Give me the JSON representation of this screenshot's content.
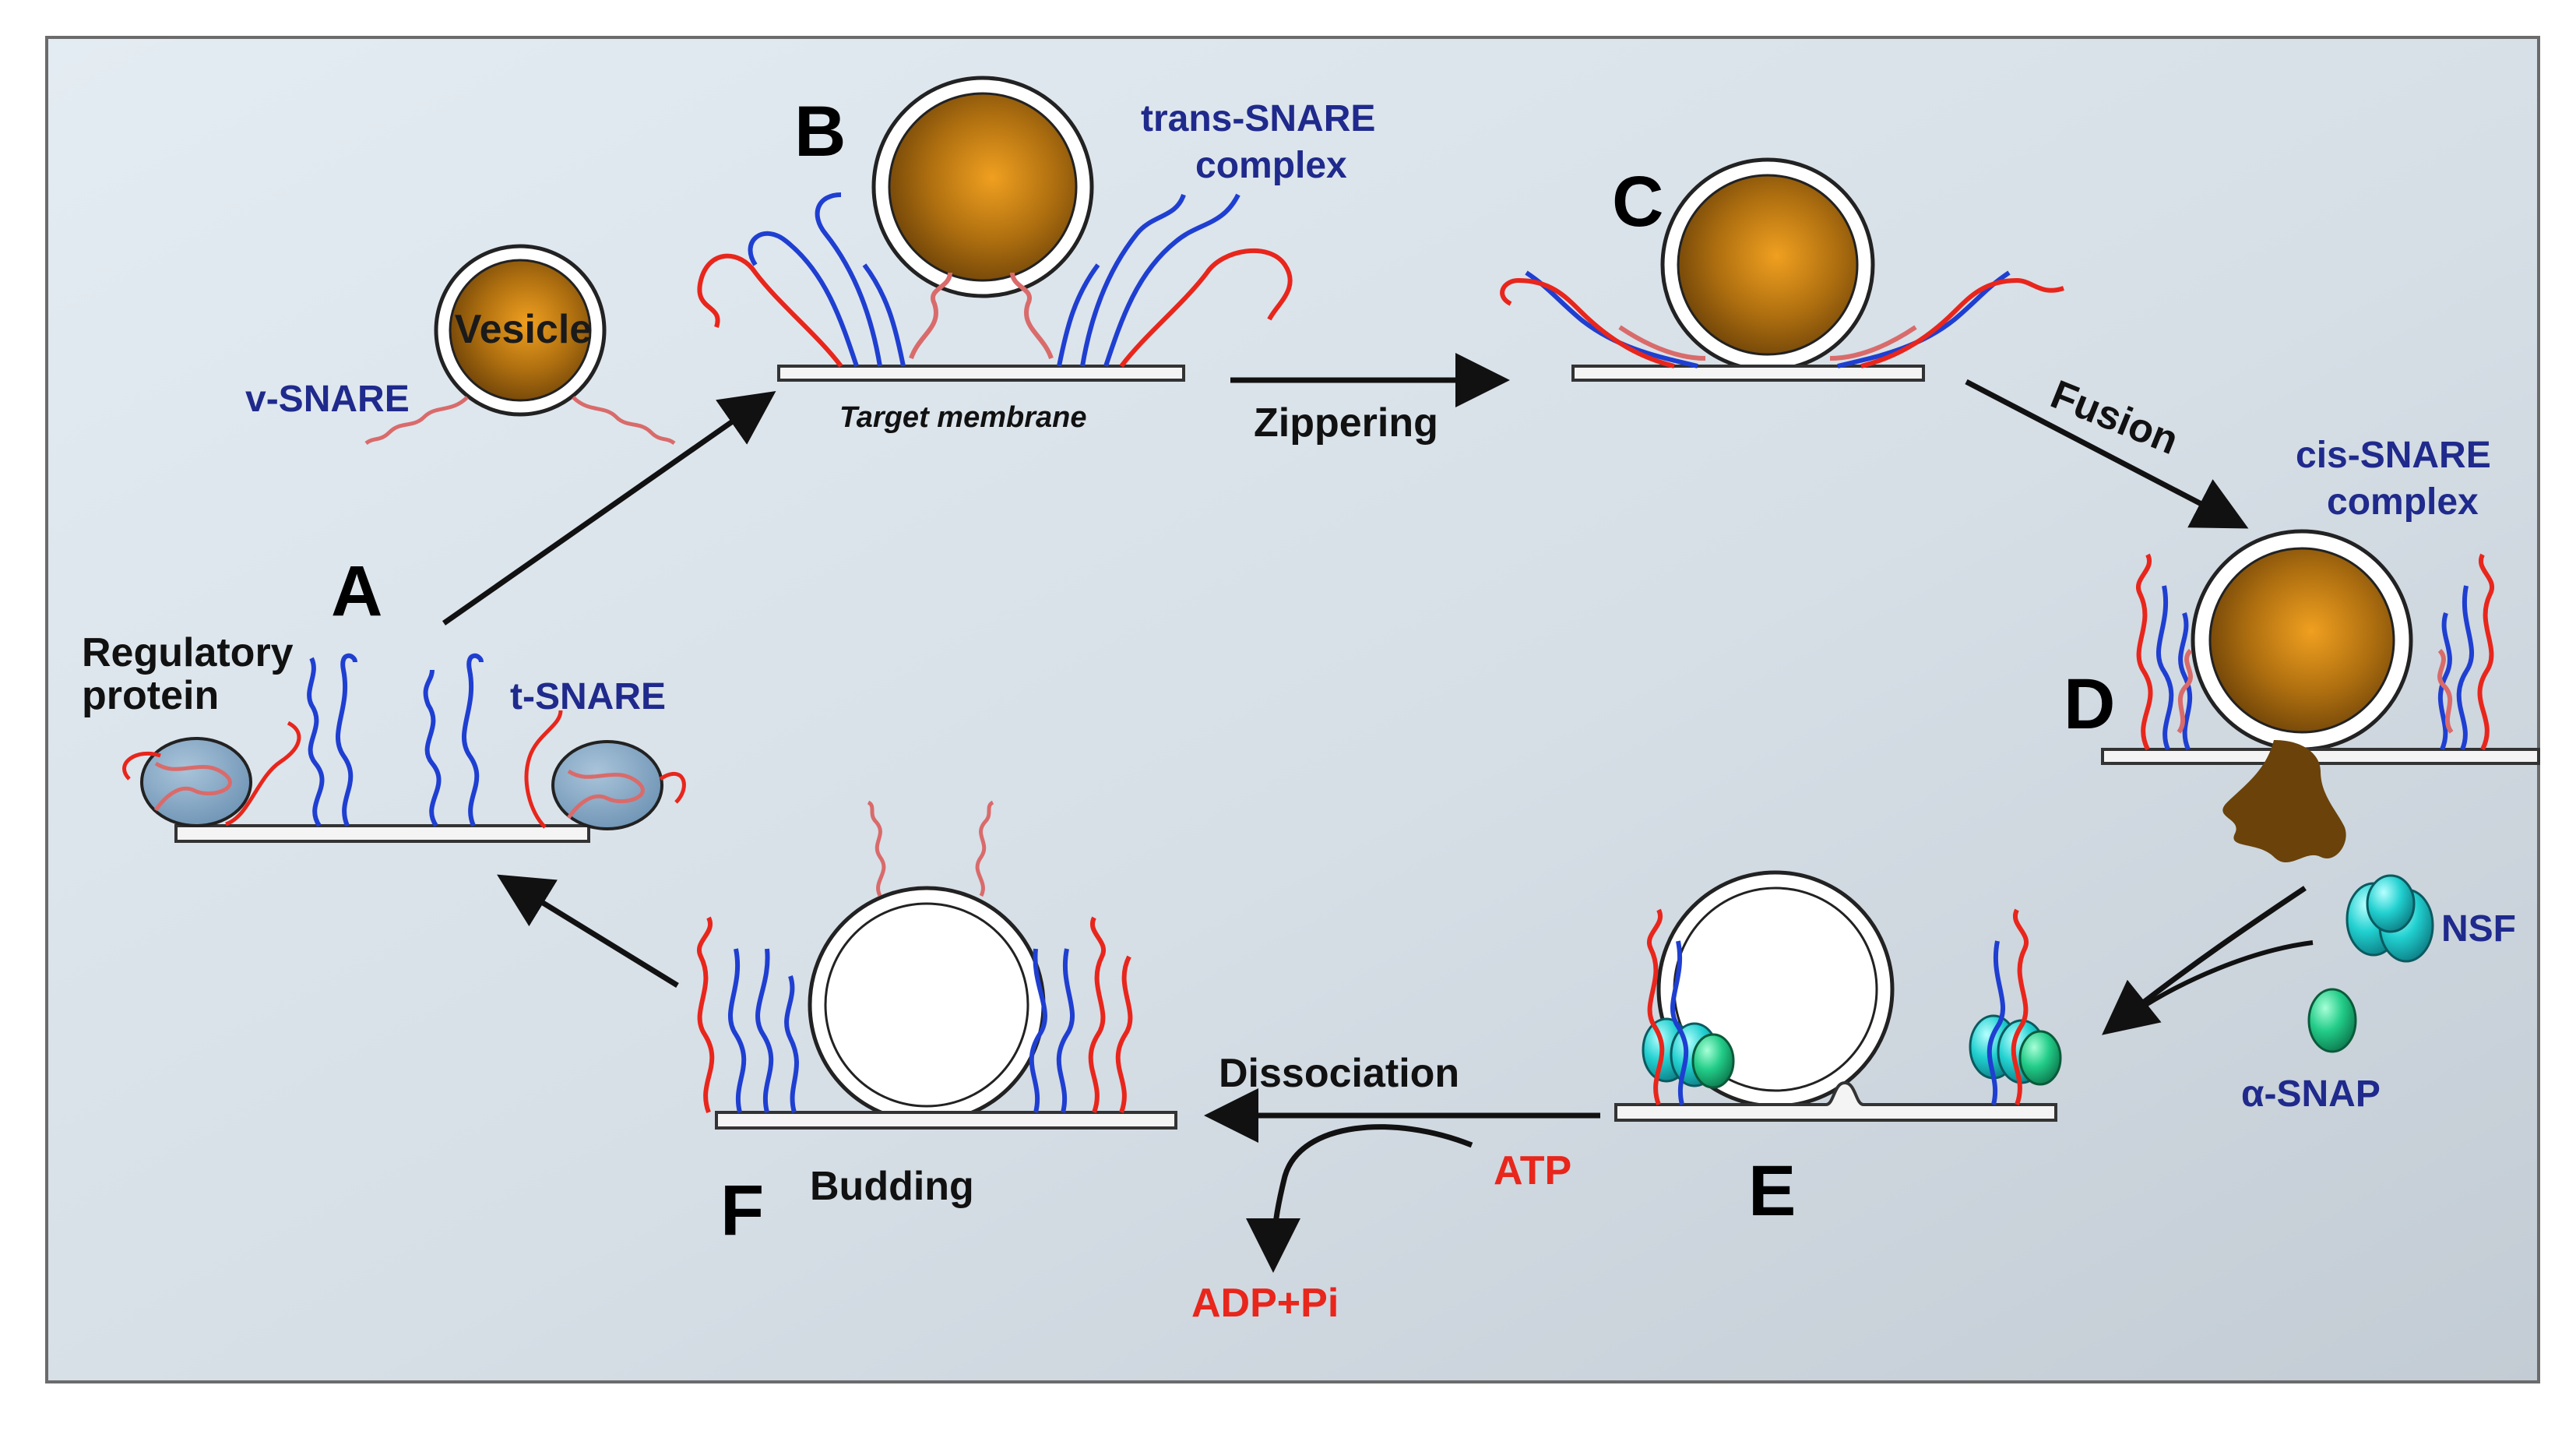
{
  "stages": {
    "a": "A",
    "b": "B",
    "c": "C",
    "d": "D",
    "e": "E",
    "f": "F"
  },
  "labels": {
    "vesicle": "Vesicle",
    "v_snare": "v-SNARE",
    "t_snare": "t-SNARE",
    "regulatory_line1": "Regulatory",
    "regulatory_line2": "protein",
    "trans_line1": "trans-SNARE",
    "trans_line2": "complex",
    "target_membrane": "Target membrane",
    "zippering": "Zippering",
    "fusion": "Fusion",
    "cis_line1": "cis-SNARE",
    "cis_line2": "complex",
    "nsf": "NSF",
    "alpha_snap": "α-SNAP",
    "dissociation": "Dissociation",
    "atp": "ATP",
    "adp": "ADP+Pi",
    "budding": "Budding"
  },
  "colors": {
    "background_light": "#dde6ee",
    "background_dark": "#c5ced6",
    "v_snare": "#d96b6b",
    "t_snare_blue": "#1f3fd1",
    "snare_red": "#e8261c",
    "vesicle_core": "#8a5a0e",
    "vesicle_highlight": "#e8a020",
    "nsf": "#18c8c8",
    "alpha_snap": "#22cc88",
    "regulatory_protein": "#8fb0cc",
    "label_blue": "#1f2a8c",
    "label_red": "#e8261c"
  }
}
